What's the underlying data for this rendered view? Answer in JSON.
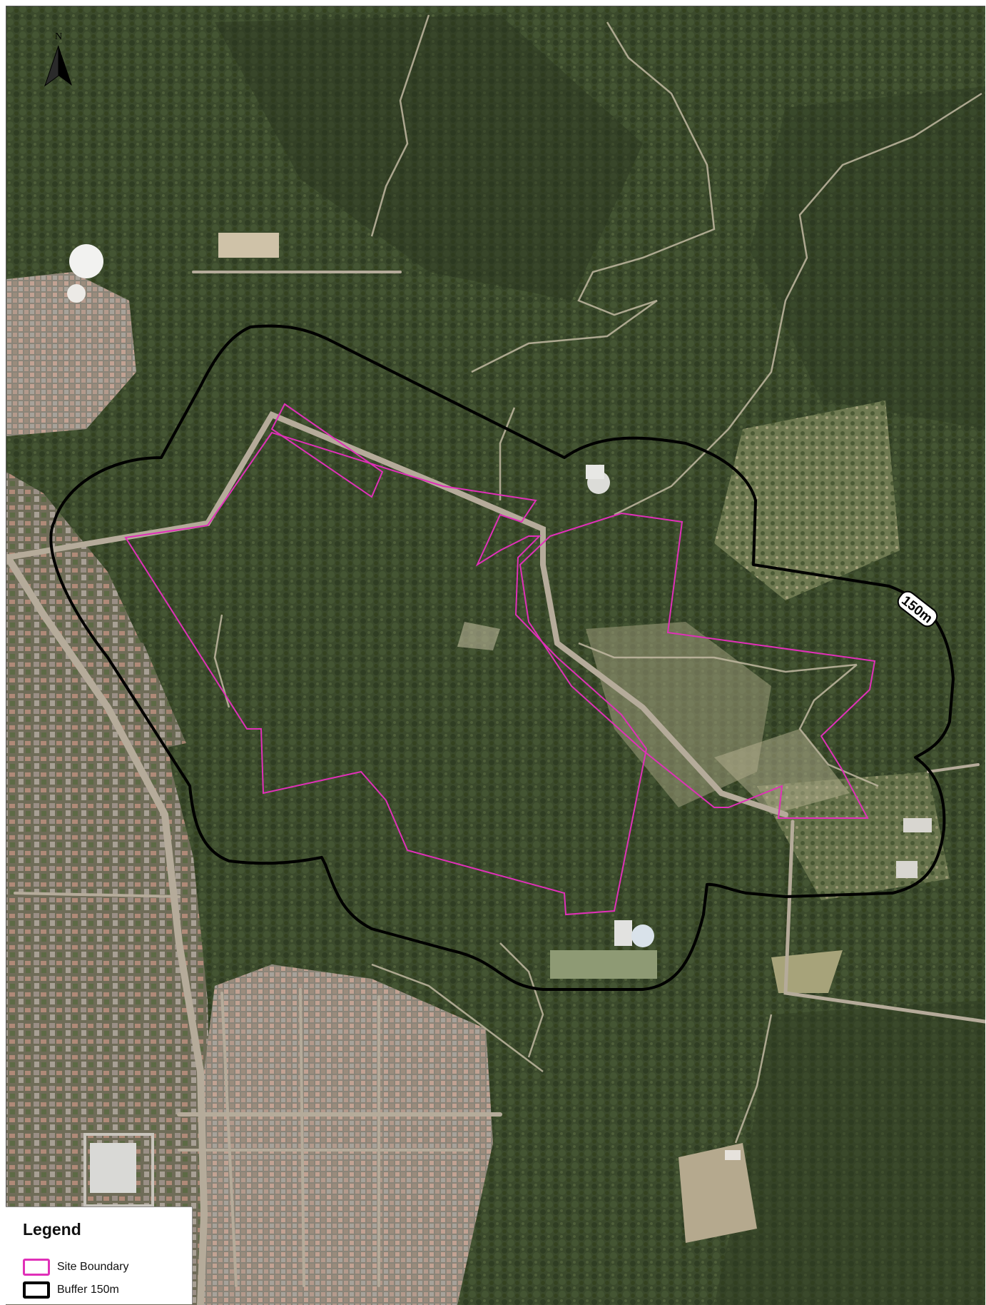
{
  "map": {
    "north_label": "N",
    "buffer_label": "150m"
  },
  "legend": {
    "title": "Legend",
    "items": [
      {
        "label": "Site Boundary",
        "color": "#e030b8"
      },
      {
        "label": "Buffer 150m",
        "color": "#000000"
      }
    ]
  },
  "colors": {
    "vegetation": "#3a4a2a",
    "suburb": "#8a7a6a",
    "roads": "#b8aa98",
    "site_boundary": "#e030b8",
    "buffer": "#000000"
  }
}
